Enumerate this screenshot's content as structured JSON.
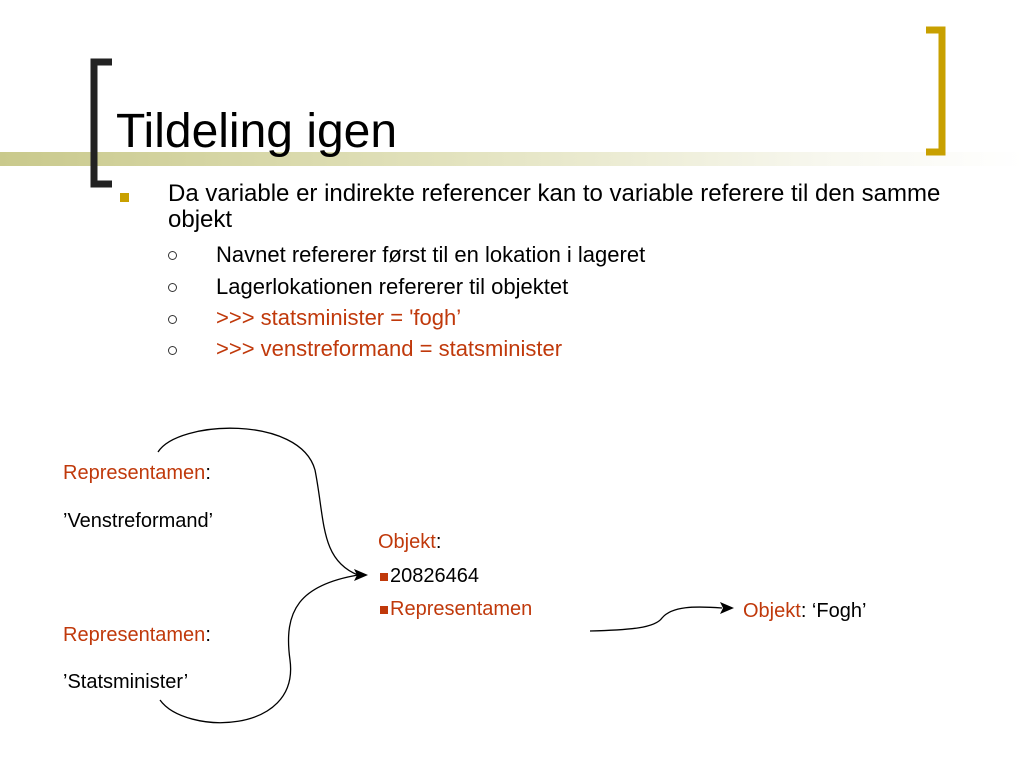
{
  "colors": {
    "accent_bracket": "#c8a000",
    "dark_bracket": "#222222",
    "red_text": "#c0390b",
    "band": "#c9c98c"
  },
  "slide": {
    "title": "Tildeling igen",
    "bullet": "Da variable er indirekte referencer kan to variable referere til den samme objekt",
    "subbullets": [
      "Navnet refererer først til en lokation i lageret",
      "Lagerlokationen refererer til objektet",
      ">>> statsminister = 'fogh’",
      ">>> venstreformand = statsminister"
    ]
  },
  "diagram": {
    "rep1": {
      "label": "Representamen",
      "colon": ":",
      "value": "’Venstreformand’"
    },
    "rep2": {
      "label": "Representamen",
      "colon": ":",
      "value": "’Statsminister’"
    },
    "objekt": {
      "label": "Objekt",
      "colon": ":",
      "items": [
        "20826464",
        "Representamen"
      ]
    },
    "fogh": {
      "label": "Objekt",
      "rest": ": ‘Fogh’"
    }
  }
}
